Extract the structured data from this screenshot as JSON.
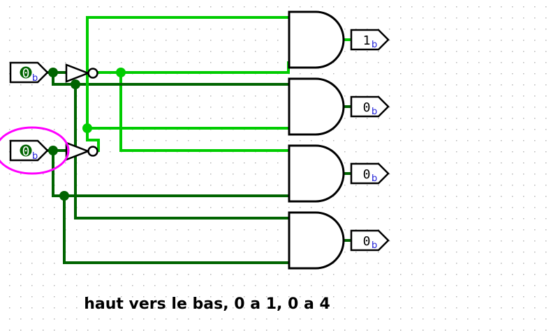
{
  "colors": {
    "wire_on": "#00cc00",
    "wire_off": "#006400",
    "gate": "#000000",
    "highlight": "#ff00ff",
    "subscript": "#1b1bd6",
    "grid_dot": "#b7b7b7"
  },
  "inputs": [
    {
      "value": "0",
      "radix": "b"
    },
    {
      "value": "0",
      "radix": "b"
    }
  ],
  "outputs": [
    {
      "value": "1",
      "radix": "b"
    },
    {
      "value": "0",
      "radix": "b"
    },
    {
      "value": "0",
      "radix": "b"
    },
    {
      "value": "0",
      "radix": "b"
    }
  ],
  "caption": "haut vers le bas, 0 a 1, 0 a 4"
}
